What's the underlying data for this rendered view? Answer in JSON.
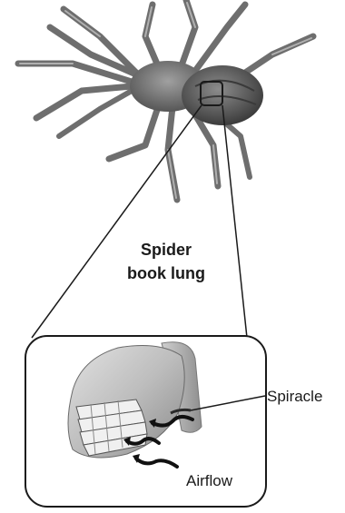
{
  "title": {
    "line1": "Spider",
    "line2": "book lung"
  },
  "labels": {
    "spiracle": "Spiracle",
    "airflow": "Airflow"
  },
  "colors": {
    "ink": "#1a1a1a",
    "spider_body": "#5a5a5a",
    "spider_highlight": "#9a9a9a",
    "leg": "#6e6e6e",
    "lung_light": "#d4d4d4",
    "lung_mid": "#a9a9a9",
    "lung_dark": "#7a7a7a"
  },
  "icons": {
    "spider": "spider-illustration",
    "zoom_marker": "zoom-square-icon",
    "airflow": "airflow-arrow-icon"
  }
}
